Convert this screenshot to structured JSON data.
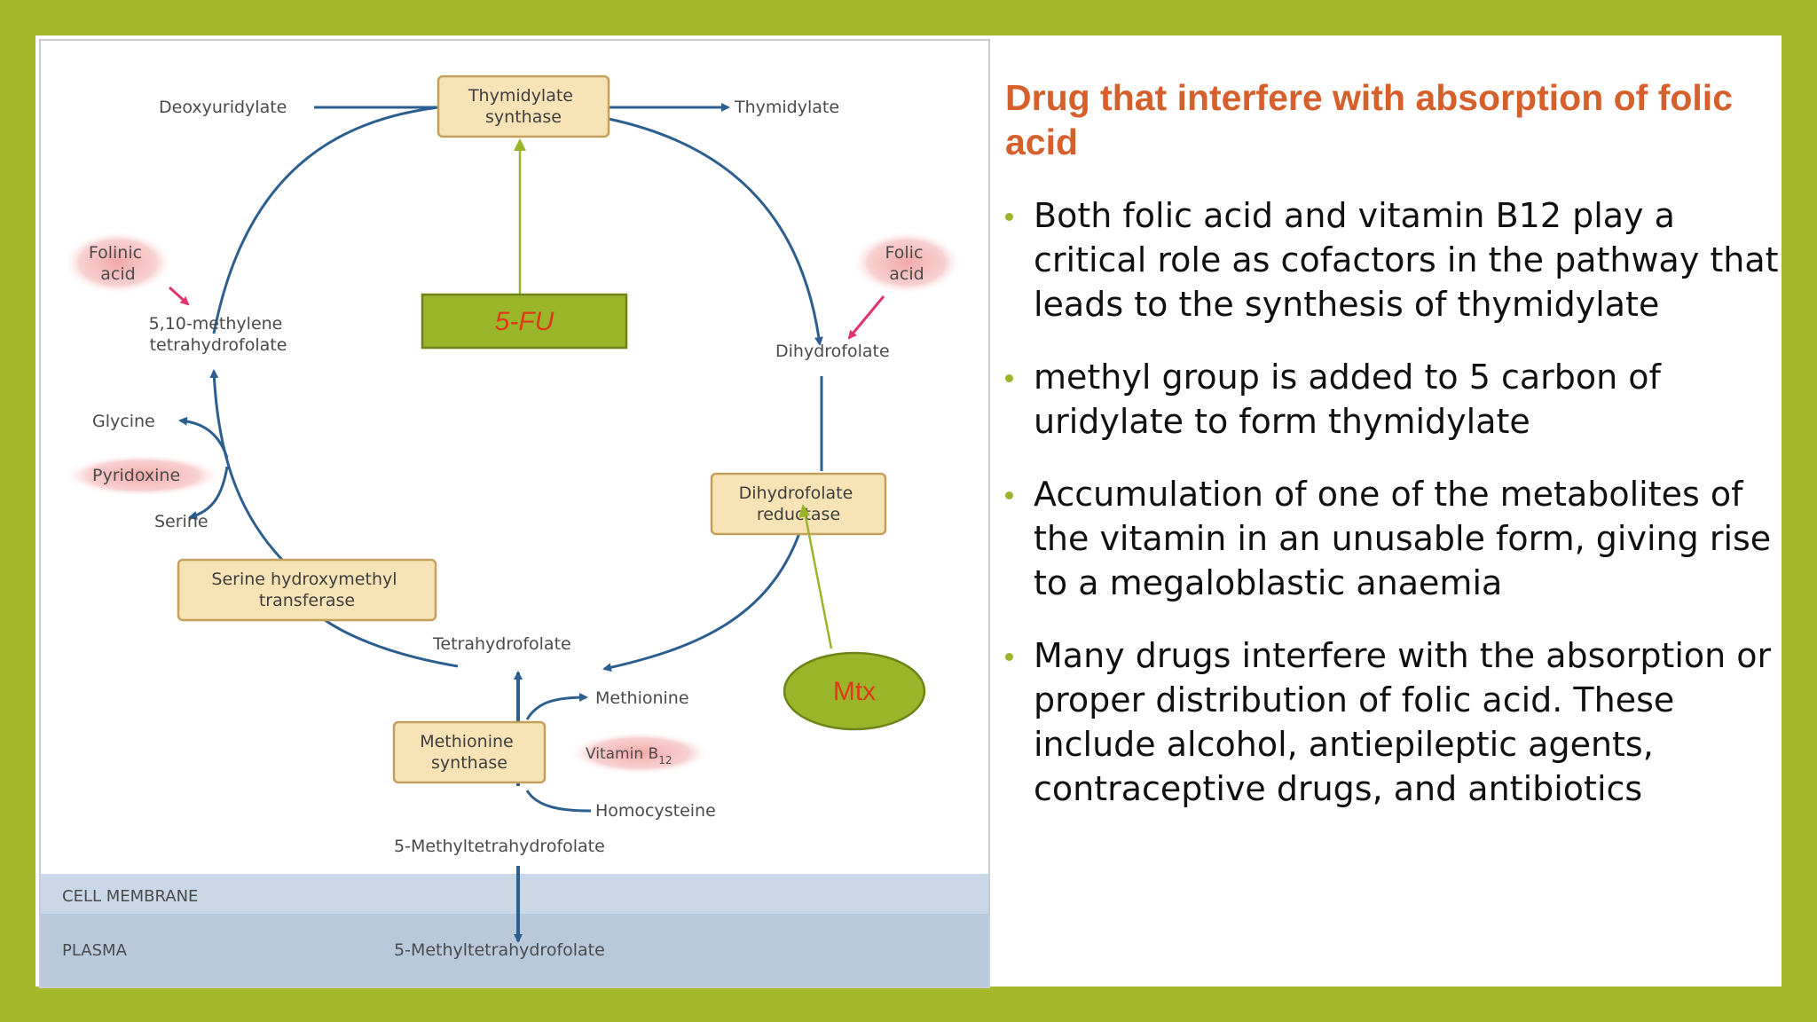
{
  "slide": {
    "title": "Drug that interfere with absorption of folic acid",
    "bullets": [
      " Both folic acid and vitamin B12 play a critical role as cofactors in the pathway that leads to the synthesis of thymidylate",
      " methyl group is added to 5 carbon of uridylate to form thymidylate",
      "Accumulation of one of the metabolites of the vitamin in an unusable form, giving rise to a megaloblastic anaemia",
      " Many drugs interfere with the absorption or proper distribution of folic acid. These include alcohol, antiepileptic agents, contraceptive drugs, and antibiotics"
    ]
  },
  "diagram": {
    "enzymes": {
      "thymidylate_synthase": [
        "Thymidylate",
        "synthase"
      ],
      "dihydrofolate_reductase": [
        "Dihydrofolate",
        "reductase"
      ],
      "serine_transferase": [
        "Serine hydroxymethyl",
        "transferase"
      ],
      "methionine_synthase": [
        "Methionine",
        "synthase"
      ]
    },
    "metabolites": {
      "deoxyuridylate": "Deoxyuridylate",
      "thymidylate": "Thymidylate",
      "methylene_thf": [
        "5,10-methylene",
        "tetrahydrofolate"
      ],
      "dihydrofolate": "Dihydrofolate",
      "glycine": "Glycine",
      "serine": "Serine",
      "tetrahydrofolate": "Tetrahydrofolate",
      "methionine": "Methionine",
      "homocysteine": "Homocysteine",
      "methyl_thf_cell": "5-Methyltetrahydrofolate",
      "methyl_thf_plasma": "5-Methyltetrahydrofolate"
    },
    "cofactors": {
      "folinic_acid": [
        "Folinic",
        "acid"
      ],
      "folic_acid": [
        "Folic",
        "acid"
      ],
      "pyridoxine": "Pyridoxine",
      "vitamin_b12": "Vitamin B",
      "vitamin_b12_sub": "12"
    },
    "regions": {
      "cell_membrane": "CELL MEMBRANE",
      "plasma": "PLASMA"
    },
    "drugs": {
      "five_fu": "5-FU",
      "mtx": "Mtx"
    },
    "colors": {
      "pathway": "#2c5f8f",
      "enzyme_fill": "#f7e3b5",
      "enzyme_border": "#c4a05b",
      "cofactor_glow": "#f2a3a3",
      "cofactor_arrow": "#e0356a",
      "drug_fill": "#9bb52a",
      "drug_text": "#e0381a",
      "inhibit_line": "#9bb52a",
      "membrane_band": "#c9d7e6",
      "plasma_band": "#b8c9dc"
    }
  }
}
